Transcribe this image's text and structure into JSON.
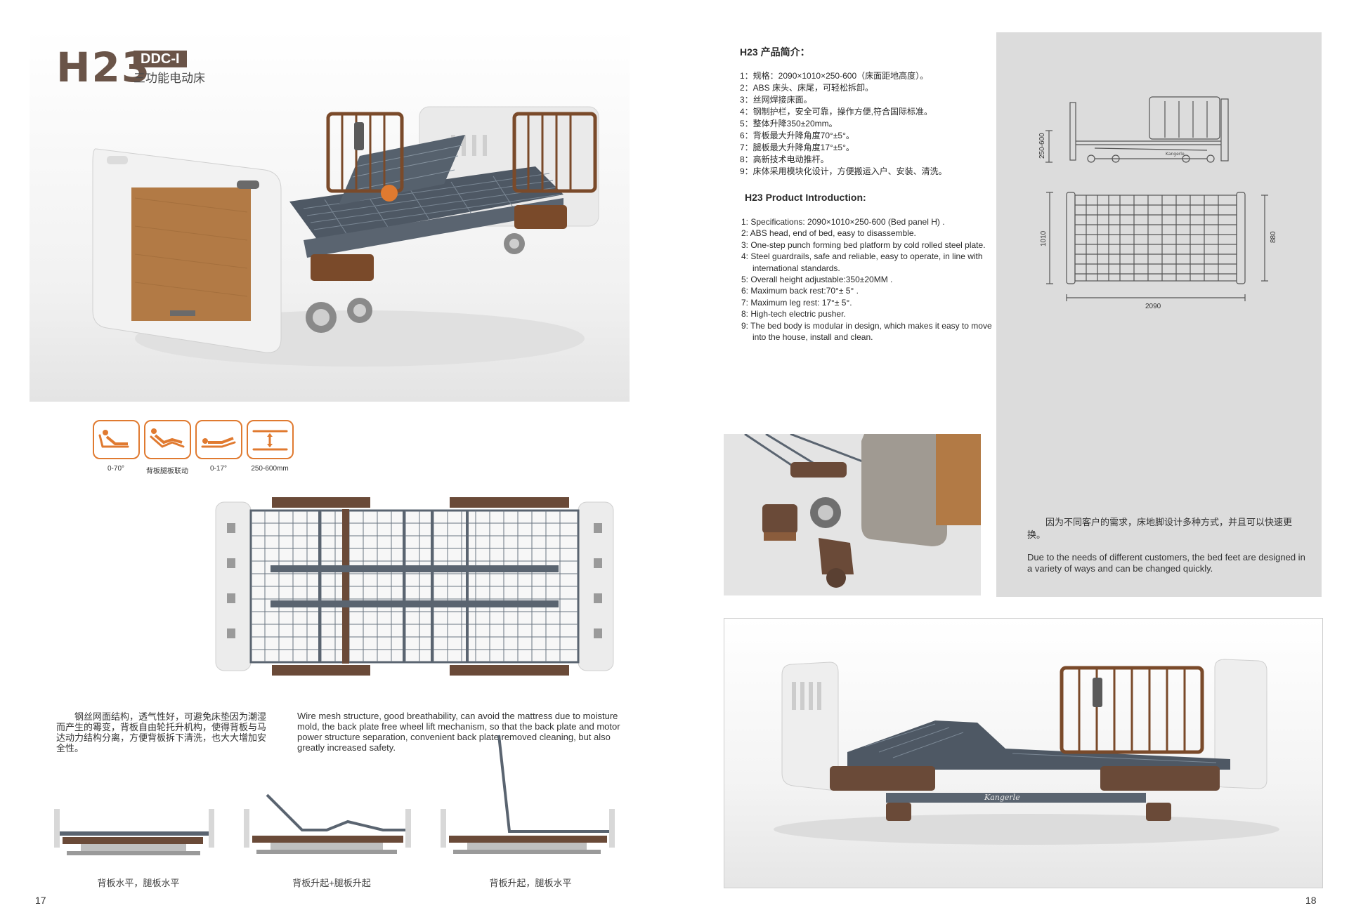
{
  "header": {
    "model": "H23",
    "code": "DDC-I",
    "subtitle": "三功能电动床"
  },
  "functions": [
    {
      "label": "0-70°",
      "icon": "backrest-icon"
    },
    {
      "label": "背板腿板联动",
      "icon": "back-leg-linkage-icon"
    },
    {
      "label": "0-17°",
      "icon": "legrest-icon"
    },
    {
      "label": "250-600mm",
      "icon": "height-adjust-icon"
    }
  ],
  "structure": {
    "cn": "钢丝网面结构，透气性好，可避免床垫因为潮湿而产生的霉变，背板自由轮托升机构，使得背板与马达动力结构分离，方便背板拆下清洗，也大大增加安全性。",
    "en": "Wire mesh structure, good breathability, can avoid the mattress due to moisture mold, the back plate free wheel lift mechanism, so that the back plate and motor power structure separation, convenient back plate removed cleaning, but also greatly increased safety."
  },
  "positions": [
    {
      "caption": "背板水平，腿板水平"
    },
    {
      "caption": "背板升起+腿板升起"
    },
    {
      "caption": "背板升起，腿板水平"
    }
  ],
  "pages": {
    "left": "17",
    "right": "18"
  },
  "intro_cn": {
    "title": "H23 产品简介：",
    "items": [
      "1：规格：2090×1010×250-600（床面距地高度）。",
      "2：ABS 床头、床尾，可轻松拆卸。",
      "3：丝网焊接床面。",
      "4：钢制护栏，安全可靠，操作方便,符合国际标准。",
      "5：整体升降350±20mm。",
      "6：背板最大升降角度70°±5°。",
      "7：腿板最大升降角度17°±5°。",
      "8：高新技术电动推杆。",
      "9：床体采用模块化设计，方便搬运入户、安装、清洗。"
    ]
  },
  "intro_en": {
    "title": "H23  Product Introduction:",
    "items": [
      "1: Specifications: 2090×1010×250-600 (Bed panel H) .",
      "2: ABS  head, end of bed, easy to disassemble.",
      "3: One-step punch forming bed platform by cold rolled steel plate.",
      "4: Steel guardrails, safe and reliable, easy to operate, in line with international standards.",
      "5: Overall height adjustable:350±20MM .",
      "6: Maximum back rest:70°± 5° .",
      "7: Maximum leg rest: 17°± 5°.",
      "8: High-tech electric pusher.",
      "9: The bed body is modular in design, which makes it easy to move into the house, install and clean."
    ]
  },
  "drawing": {
    "height_dim": "250-600",
    "width_dim": "1010",
    "inner_width_dim": "880",
    "length_dim": "2090"
  },
  "feet": {
    "cn": "因为不同客户的需求，床地脚设计多种方式，并且可以快速更换。",
    "en": "Due to the needs of different customers, the bed feet are designed in a variety of ways and can be changed quickly."
  },
  "brand": "Kangerle",
  "colors": {
    "brown": "#6a5448",
    "wood": "#b27a45",
    "accent": "#e07a30",
    "frame": "#5a6470",
    "gray_panel": "#dcdcdc"
  }
}
